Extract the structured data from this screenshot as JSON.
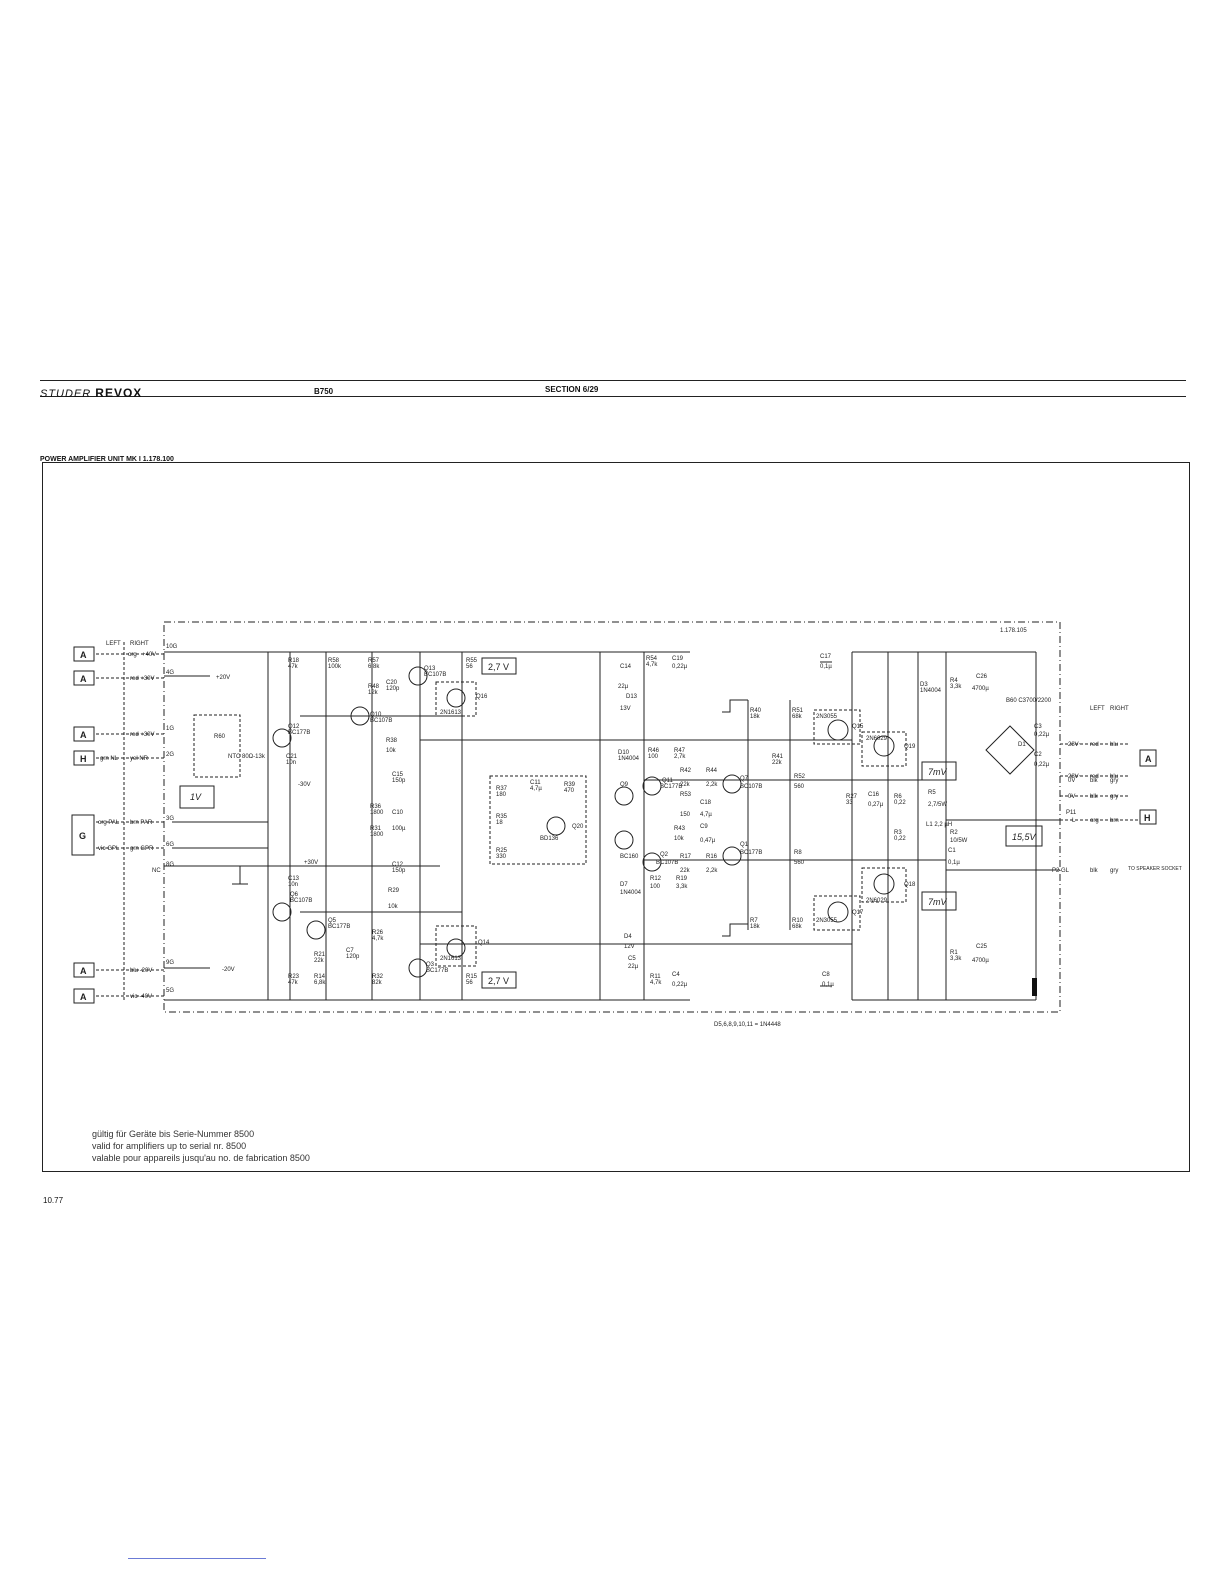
{
  "header": {
    "brand_studer": "STUDER",
    "brand_revox": "REVOX",
    "model": "B750",
    "section": "SECTION 6/29"
  },
  "title": "POWER AMPLIFIER UNIT MK I 1.178.100",
  "board_number": "1.178.105",
  "connectors": {
    "left_header": "LEFT",
    "right_header": "RIGHT",
    "rows": [
      {
        "box": "A",
        "left": "org",
        "right": "+40V",
        "pin": "10G"
      },
      {
        "box": "A",
        "left": "",
        "right": "red +30V",
        "pin": "4G"
      },
      {
        "box": "A",
        "left": "",
        "right": "red +30V",
        "pin": "1G"
      },
      {
        "box": "H",
        "left": "grn NL",
        "right": "yel NR",
        "pin": "2G"
      },
      {
        "box": "G",
        "left": "org PAL",
        "right": "brn PAR",
        "pin": "3G"
      },
      {
        "box": "",
        "left": "vio GPL",
        "right": "grn GPR",
        "pin": "6G"
      },
      {
        "box": "",
        "left": "",
        "right": "NC",
        "pin": "8G"
      },
      {
        "box": "A",
        "left": "",
        "right": "blu -20V",
        "pin": "9G"
      },
      {
        "box": "A",
        "left": "",
        "right": "vio -40V",
        "pin": "5G"
      }
    ]
  },
  "rails": {
    "plus20": "+20V",
    "minus20": "-20V",
    "minus30": "-30V",
    "plus30": "+30V"
  },
  "transistors": [
    {
      "ref": "Q12",
      "type": "BC177B"
    },
    {
      "ref": "Q6",
      "type": "BC107B"
    },
    {
      "ref": "Q10",
      "type": "BC107B"
    },
    {
      "ref": "Q5",
      "type": "BC177B"
    },
    {
      "ref": "Q13",
      "type": "BC107B"
    },
    {
      "ref": "Q16",
      "type": "2N1613"
    },
    {
      "ref": "Q3",
      "type": "BC177B"
    },
    {
      "ref": "Q14",
      "type": "2N1613"
    },
    {
      "ref": "Q20",
      "type": "BD136"
    },
    {
      "ref": "Q9",
      "type": "BC160"
    },
    {
      "ref": "Q11",
      "type": "BC177B"
    },
    {
      "ref": "Q7",
      "type": "BC107B"
    },
    {
      "ref": "Q2",
      "type": "BC107B"
    },
    {
      "ref": "Q1",
      "type": "BC177B"
    },
    {
      "ref": "Q15",
      "type": "2N3055"
    },
    {
      "ref": "Q19",
      "type": "2N6029"
    },
    {
      "ref": "Q18",
      "type": "2N6029"
    },
    {
      "ref": "Q17",
      "type": "2N3055"
    }
  ],
  "resistors": [
    {
      "ref": "R18",
      "value": "47k"
    },
    {
      "ref": "R58",
      "value": "100k"
    },
    {
      "ref": "R57",
      "value": "6,8k"
    },
    {
      "ref": "R48",
      "value": "12k"
    },
    {
      "ref": "R55",
      "value": "56"
    },
    {
      "ref": "R38",
      "value": "10k"
    },
    {
      "ref": "R36",
      "value": "1800"
    },
    {
      "ref": "R31",
      "value": "1800"
    },
    {
      "ref": "R29",
      "value": "10k"
    },
    {
      "ref": "R26",
      "value": "4,7k"
    },
    {
      "ref": "R21",
      "value": "22k"
    },
    {
      "ref": "R23",
      "value": "47k"
    },
    {
      "ref": "R14",
      "value": "6,8k"
    },
    {
      "ref": "R32",
      "value": "82k"
    },
    {
      "ref": "R15",
      "value": "56"
    },
    {
      "ref": "R37",
      "value": "180"
    },
    {
      "ref": "R35",
      "value": "18"
    },
    {
      "ref": "R25",
      "value": "330"
    },
    {
      "ref": "R39",
      "value": "470"
    },
    {
      "ref": "R54",
      "value": "4,7k"
    },
    {
      "ref": "R11",
      "value": "4,7k"
    },
    {
      "ref": "R46",
      "value": "100"
    },
    {
      "ref": "R47",
      "value": "2,7k"
    },
    {
      "ref": "R42",
      "value": "22k"
    },
    {
      "ref": "R44",
      "value": "2,2k"
    },
    {
      "ref": "R53",
      "value": "150"
    },
    {
      "ref": "R43",
      "value": "10k"
    },
    {
      "ref": "R12",
      "value": "100"
    },
    {
      "ref": "R19",
      "value": "3,3k"
    },
    {
      "ref": "R17",
      "value": "22k"
    },
    {
      "ref": "R16",
      "value": "2,2k"
    },
    {
      "ref": "R40",
      "value": "18k"
    },
    {
      "ref": "R51",
      "value": "68k"
    },
    {
      "ref": "R41",
      "value": "22k"
    },
    {
      "ref": "R52",
      "value": "560"
    },
    {
      "ref": "R8",
      "value": "560"
    },
    {
      "ref": "R7",
      "value": "18k"
    },
    {
      "ref": "R10",
      "value": "68k"
    },
    {
      "ref": "R27",
      "value": "33"
    },
    {
      "ref": "R6",
      "value": "0,22"
    },
    {
      "ref": "R3",
      "value": "0,22"
    },
    {
      "ref": "R5",
      "value": "2,7/5W"
    },
    {
      "ref": "R2",
      "value": "10/5W"
    },
    {
      "ref": "R4",
      "value": "3,3k"
    },
    {
      "ref": "R1",
      "value": "3,3k"
    }
  ],
  "capacitors": [
    {
      "ref": "C20",
      "value": "120p"
    },
    {
      "ref": "C21",
      "value": "10n"
    },
    {
      "ref": "C15",
      "value": "150p"
    },
    {
      "ref": "C10",
      "value": "100µ"
    },
    {
      "ref": "C12",
      "value": "150p"
    },
    {
      "ref": "C13",
      "value": "10n"
    },
    {
      "ref": "C7",
      "value": "120p"
    },
    {
      "ref": "C11",
      "value": "4,7µ"
    },
    {
      "ref": "C19",
      "value": "0,22µ"
    },
    {
      "ref": "C14",
      "value": "22µ"
    },
    {
      "ref": "C5",
      "value": "22µ"
    },
    {
      "ref": "C4",
      "value": "0,22µ"
    },
    {
      "ref": "C18",
      "value": "4,7µ"
    },
    {
      "ref": "C9",
      "value": "0,47µ"
    },
    {
      "ref": "C17",
      "value": "0,1µ"
    },
    {
      "ref": "C8",
      "value": "0,1µ"
    },
    {
      "ref": "C16",
      "value": "0,27µ"
    },
    {
      "ref": "C26",
      "value": "4700µ"
    },
    {
      "ref": "C25",
      "value": "4700µ"
    },
    {
      "ref": "C3",
      "value": "0,22µ"
    },
    {
      "ref": "C2",
      "value": "0,22µ"
    },
    {
      "ref": "C1",
      "value": "0,1µ"
    }
  ],
  "diodes": [
    {
      "ref": "D13",
      "type": "13V"
    },
    {
      "ref": "D10",
      "type": "1N4004"
    },
    {
      "ref": "D7",
      "type": "1N4004"
    },
    {
      "ref": "D4",
      "type": "12V"
    },
    {
      "ref": "D3",
      "type": "1N4004"
    },
    {
      "ref": "D1",
      "type": "B60 C3700/2200"
    }
  ],
  "misc": {
    "ntc": "NTC 80Ω-13k",
    "trimmer": "R60",
    "inductor": "L1 2,2 µH",
    "diode_note": "D5,6,8,9,10,11 = 1N4448"
  },
  "measurements": [
    "2,7 V",
    "2,7 V",
    "1V",
    "7mV",
    "7mV",
    "15,5V"
  ],
  "outputs": {
    "left_header": "LEFT",
    "right_header": "RIGHT",
    "rows": [
      {
        "label": "28V~",
        "left": "red",
        "right": "blu"
      },
      {
        "label": "28V~",
        "left": "red",
        "right": "blu"
      },
      {
        "label": "0V",
        "left": "blk",
        "right": "gry"
      },
      {
        "label": "0V",
        "left": "blk",
        "right": "gry"
      },
      {
        "label": "P11",
        "left": "L",
        "middle": "org",
        "right": "brn"
      },
      {
        "label": "P2 GL",
        "left": "blk",
        "right": "gry"
      }
    ],
    "speaker_socket": "TO SPEAKER SOCKET",
    "box_a": "A",
    "box_h": "H",
    "channel_mark": "I"
  },
  "notes": [
    "gültig für Geräte bis Serie-Nummer 8500",
    "valid for amplifiers up to serial nr. 8500",
    "valable pour appareils jusqu'au no. de fabrication 8500"
  ],
  "date": "10.77"
}
